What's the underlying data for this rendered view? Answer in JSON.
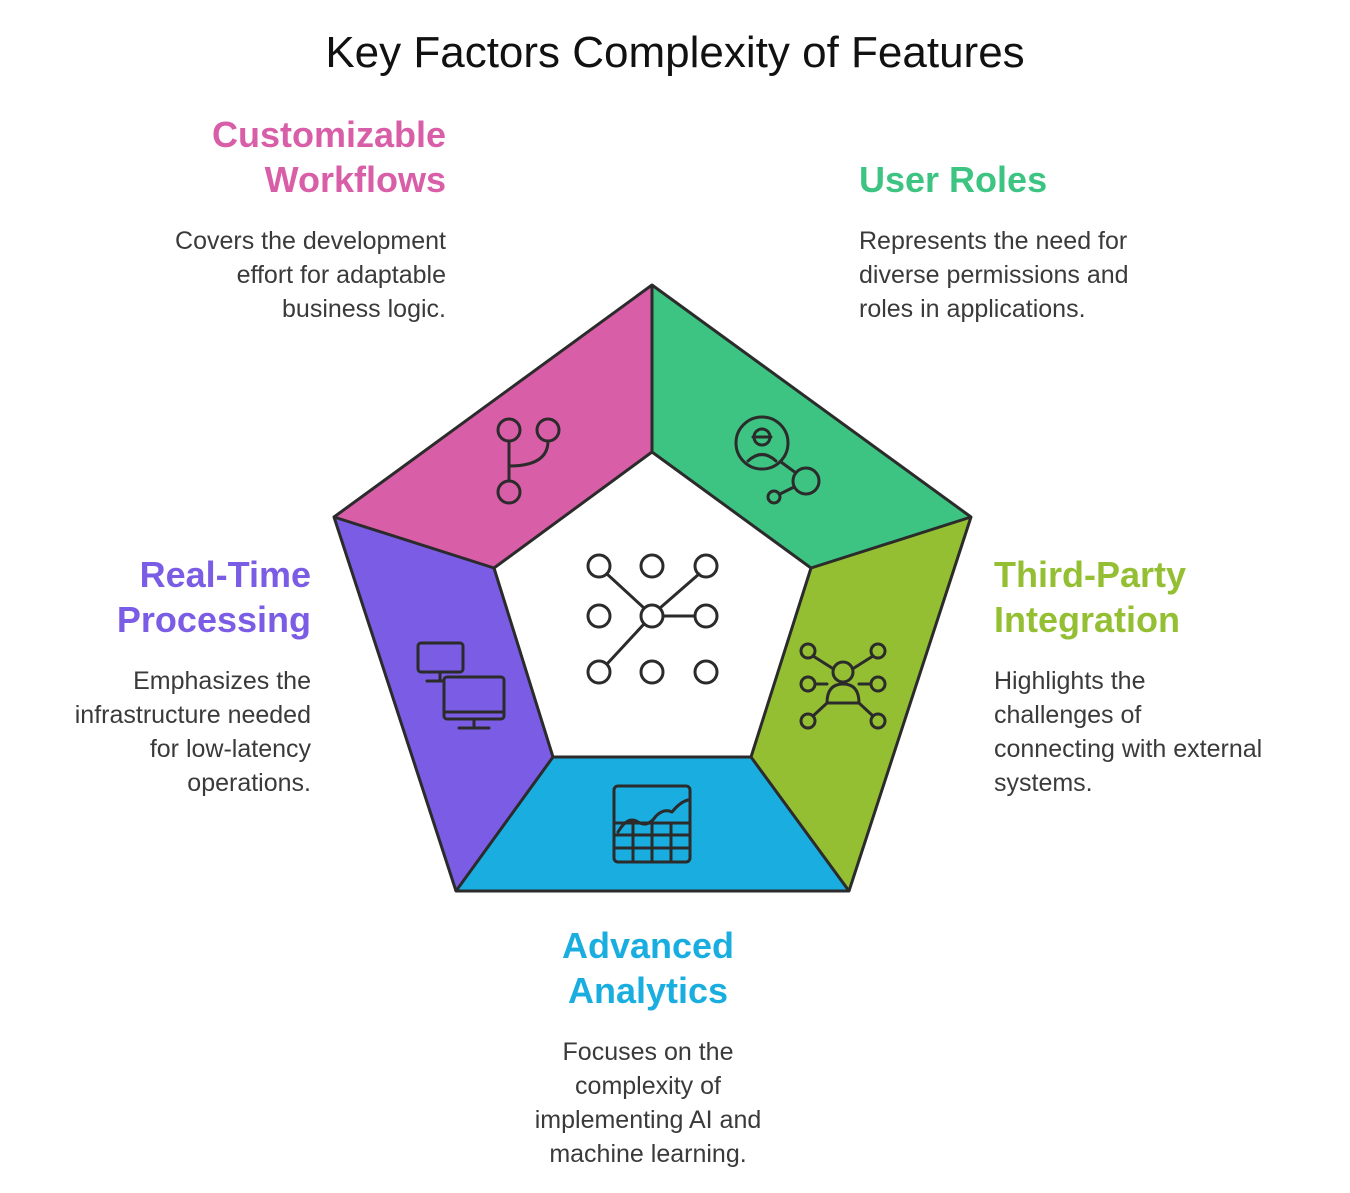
{
  "title": "Key Factors Complexity of Features",
  "colors": {
    "workflows": "#D95EA8",
    "user_roles": "#3EC482",
    "third_party": "#94BF33",
    "analytics": "#1AAEE0",
    "real_time": "#7B5CE5",
    "outline": "#2b2b2b",
    "text": "#3a3a3a"
  },
  "segments": [
    {
      "id": "workflows",
      "heading": "Customizable\nWorkflows",
      "description": "Covers the development\neffort for adaptable\nbusiness logic.",
      "icon": "git-branch-icon"
    },
    {
      "id": "user_roles",
      "heading": "User Roles",
      "description": "Represents the need for\ndiverse permissions and\nroles in applications.",
      "icon": "user-network-icon"
    },
    {
      "id": "third_party",
      "heading": "Third-Party\nIntegration",
      "description": "Highlights the\nchallenges of\nconnecting with external\nsystems.",
      "icon": "user-connections-icon"
    },
    {
      "id": "analytics",
      "heading": "Advanced\nAnalytics",
      "description": "Focuses on the\ncomplexity of\nimplementing AI and\nmachine learning.",
      "icon": "chart-table-icon"
    },
    {
      "id": "real_time",
      "heading": "Real-Time\nProcessing",
      "description": "Emphasizes the\ninfrastructure needed\nfor low-latency\noperations.",
      "icon": "monitors-icon"
    }
  ],
  "center_icon": "node-network-icon"
}
